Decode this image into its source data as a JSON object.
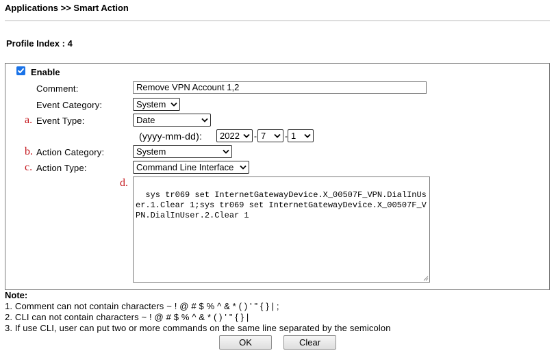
{
  "breadcrumb": "Applications >> Smart Action",
  "profile_index": "Profile Index : 4",
  "form": {
    "enable_label": "Enable",
    "enable_checked": true,
    "comment_label": "Comment:",
    "comment_value": "Remove VPN Account 1,2",
    "event_category_label": "Event Category:",
    "event_category_value": "System",
    "event_type_label": "Event Type:",
    "event_type_value": "Date",
    "date_format_label": "(yyyy-mm-dd):",
    "date_year": "2022",
    "date_month": "7",
    "date_day": "1",
    "date_sep": "-",
    "action_category_label": "Action Category:",
    "action_category_value": "System",
    "action_type_label": "Action Type:",
    "action_type_value": "Command Line Interface",
    "cli_text": "sys tr069 set InternetGatewayDevice.X_00507F_VPN.DialInUser.1.Clear 1;sys tr069 set InternetGatewayDevice.X_00507F_VPN.DialInUser.2.Clear 1"
  },
  "markers": {
    "a": "a.",
    "b": "b.",
    "c": "c.",
    "d": "d."
  },
  "notes": {
    "title": "Note:",
    "items": [
      "1. Comment can not contain characters ~ ! @ # $ % ^ & * ( ) ' \" { } | ;",
      "2. CLI can not contain characters ~ ! @ # $ % ^ & * ( ) ' \" { } |",
      "3. If use CLI, user can put two or more commands on the same line separated by the semicolon"
    ]
  },
  "buttons": {
    "ok": "OK",
    "clear": "Clear"
  },
  "colors": {
    "checkbox": "#1a73e8",
    "marker": "#c4161c"
  },
  "icons": {
    "select_arrow": "chevron-down-icon",
    "checkbox": "check-icon",
    "resize": "resize-grip-icon"
  }
}
